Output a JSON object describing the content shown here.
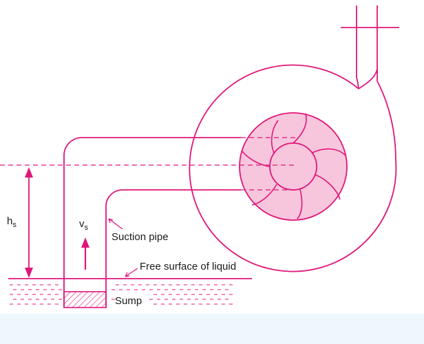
{
  "labels": {
    "hs_main": "h",
    "hs_sub": "s",
    "vs_main": "v",
    "vs_sub": "s",
    "suction_pipe": "Suction pipe",
    "free_surface": "Free surface of liquid",
    "sump": "Sump"
  },
  "colors": {
    "line": "#e0157a",
    "impeller_fill": "#f7c6dc",
    "liquid": "#e0157a",
    "text": "#1a1a1a",
    "band": "#eef7fb"
  }
}
